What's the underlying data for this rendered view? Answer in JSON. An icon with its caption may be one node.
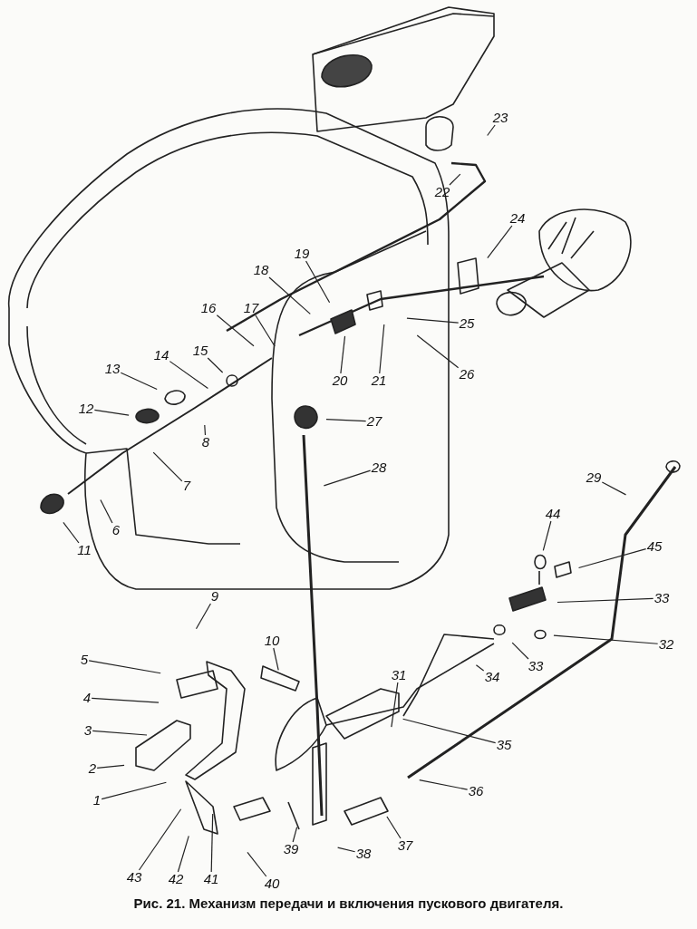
{
  "diagram": {
    "caption": "Рис. 21. Механизм передачи и включения пускового двигателя.",
    "nodes": [
      {
        "text": [
          "23"
        ]
      },
      {
        "text": [
          "22"
        ]
      },
      {
        "text": [
          "24"
        ]
      },
      {
        "text": [
          "19"
        ]
      },
      {
        "text": [
          "18"
        ]
      },
      {
        "text": [
          "16"
        ]
      },
      {
        "text": [
          "17"
        ]
      },
      {
        "text": [
          "25"
        ]
      },
      {
        "text": [
          "15"
        ]
      },
      {
        "text": [
          "14"
        ]
      },
      {
        "text": [
          "21"
        ]
      },
      {
        "text": [
          "20"
        ]
      },
      {
        "text": [
          "26"
        ]
      },
      {
        "text": [
          "13"
        ]
      },
      {
        "text": [
          "12"
        ]
      },
      {
        "text": [
          "27"
        ]
      },
      {
        "text": [
          "8"
        ]
      },
      {
        "text": [
          "28"
        ]
      },
      {
        "text": [
          "29"
        ]
      },
      {
        "text": [
          "7"
        ]
      },
      {
        "text": [
          "6"
        ]
      },
      {
        "text": [
          "44"
        ]
      },
      {
        "text": [
          "11"
        ]
      },
      {
        "text": [
          "45"
        ]
      },
      {
        "text": [
          "9"
        ]
      },
      {
        "text": [
          "33"
        ]
      },
      {
        "text": [
          "10"
        ]
      },
      {
        "text": [
          "5"
        ]
      },
      {
        "text": [
          "32"
        ]
      },
      {
        "text": [
          "33"
        ]
      },
      {
        "text": [
          "34"
        ]
      },
      {
        "text": [
          "31"
        ]
      },
      {
        "text": [
          "4"
        ]
      },
      {
        "text": [
          "3"
        ]
      },
      {
        "text": [
          "35"
        ]
      },
      {
        "text": [
          "2"
        ]
      },
      {
        "text": [
          "36"
        ]
      },
      {
        "text": [
          "1"
        ]
      },
      {
        "text": [
          "37"
        ]
      },
      {
        "text": [
          "39"
        ]
      },
      {
        "text": [
          "38"
        ]
      },
      {
        "text": [
          "43"
        ]
      },
      {
        "text": [
          "42"
        ]
      },
      {
        "text": [
          "41"
        ]
      },
      {
        "text": [
          "40"
        ]
      }
    ],
    "edges": [
      {
        "from": 0,
        "to": null,
        "arrow": "none"
      },
      {
        "from": 1,
        "to": null,
        "arrow": "none"
      },
      {
        "from": 2,
        "to": null,
        "arrow": "none"
      },
      {
        "from": 3,
        "to": null,
        "arrow": "none"
      },
      {
        "from": 4,
        "to": null,
        "arrow": "none"
      },
      {
        "from": 5,
        "to": null,
        "arrow": "none"
      },
      {
        "from": 6,
        "to": null,
        "arrow": "none"
      },
      {
        "from": 7,
        "to": null,
        "arrow": "none"
      },
      {
        "from": 8,
        "to": null,
        "arrow": "none"
      },
      {
        "from": 9,
        "to": null,
        "arrow": "none"
      },
      {
        "from": 10,
        "to": null,
        "arrow": "none"
      },
      {
        "from": 11,
        "to": null,
        "arrow": "none"
      },
      {
        "from": 12,
        "to": null,
        "arrow": "none"
      },
      {
        "from": 13,
        "to": null,
        "arrow": "none"
      },
      {
        "from": 14,
        "to": null,
        "arrow": "none"
      },
      {
        "from": 15,
        "to": null,
        "arrow": "none"
      },
      {
        "from": 16,
        "to": null,
        "arrow": "none"
      },
      {
        "from": 17,
        "to": null,
        "arrow": "none"
      },
      {
        "from": 18,
        "to": null,
        "arrow": "none"
      },
      {
        "from": 19,
        "to": null,
        "arrow": "none"
      },
      {
        "from": 20,
        "to": null,
        "arrow": "none"
      },
      {
        "from": 21,
        "to": null,
        "arrow": "none"
      },
      {
        "from": 22,
        "to": null,
        "arrow": "none"
      },
      {
        "from": 23,
        "to": null,
        "arrow": "none"
      },
      {
        "from": 24,
        "to": null,
        "arrow": "none"
      },
      {
        "from": 25,
        "to": null,
        "arrow": "none"
      },
      {
        "from": 26,
        "to": null,
        "arrow": "none"
      },
      {
        "from": 27,
        "to": null,
        "arrow": "none"
      },
      {
        "from": 28,
        "to": null,
        "arrow": "none"
      },
      {
        "from": 29,
        "to": null,
        "arrow": "none"
      },
      {
        "from": 30,
        "to": null,
        "arrow": "none"
      },
      {
        "from": 31,
        "to": null,
        "arrow": "none"
      },
      {
        "from": 32,
        "to": null,
        "arrow": "none"
      },
      {
        "from": 33,
        "to": null,
        "arrow": "none"
      },
      {
        "from": 34,
        "to": null,
        "arrow": "none"
      },
      {
        "from": 35,
        "to": null,
        "arrow": "none"
      },
      {
        "from": 36,
        "to": null,
        "arrow": "none"
      },
      {
        "from": 37,
        "to": null,
        "arrow": "none"
      },
      {
        "from": 38,
        "to": null,
        "arrow": "none"
      },
      {
        "from": 39,
        "to": null,
        "arrow": "none"
      },
      {
        "from": 40,
        "to": null,
        "arrow": "none"
      },
      {
        "from": 41,
        "to": null,
        "arrow": "none"
      },
      {
        "from": 42,
        "to": null,
        "arrow": "none"
      },
      {
        "from": 43,
        "to": null,
        "arrow": "none"
      },
      {
        "from": 44,
        "to": null,
        "arrow": "none"
      }
    ]
  }
}
